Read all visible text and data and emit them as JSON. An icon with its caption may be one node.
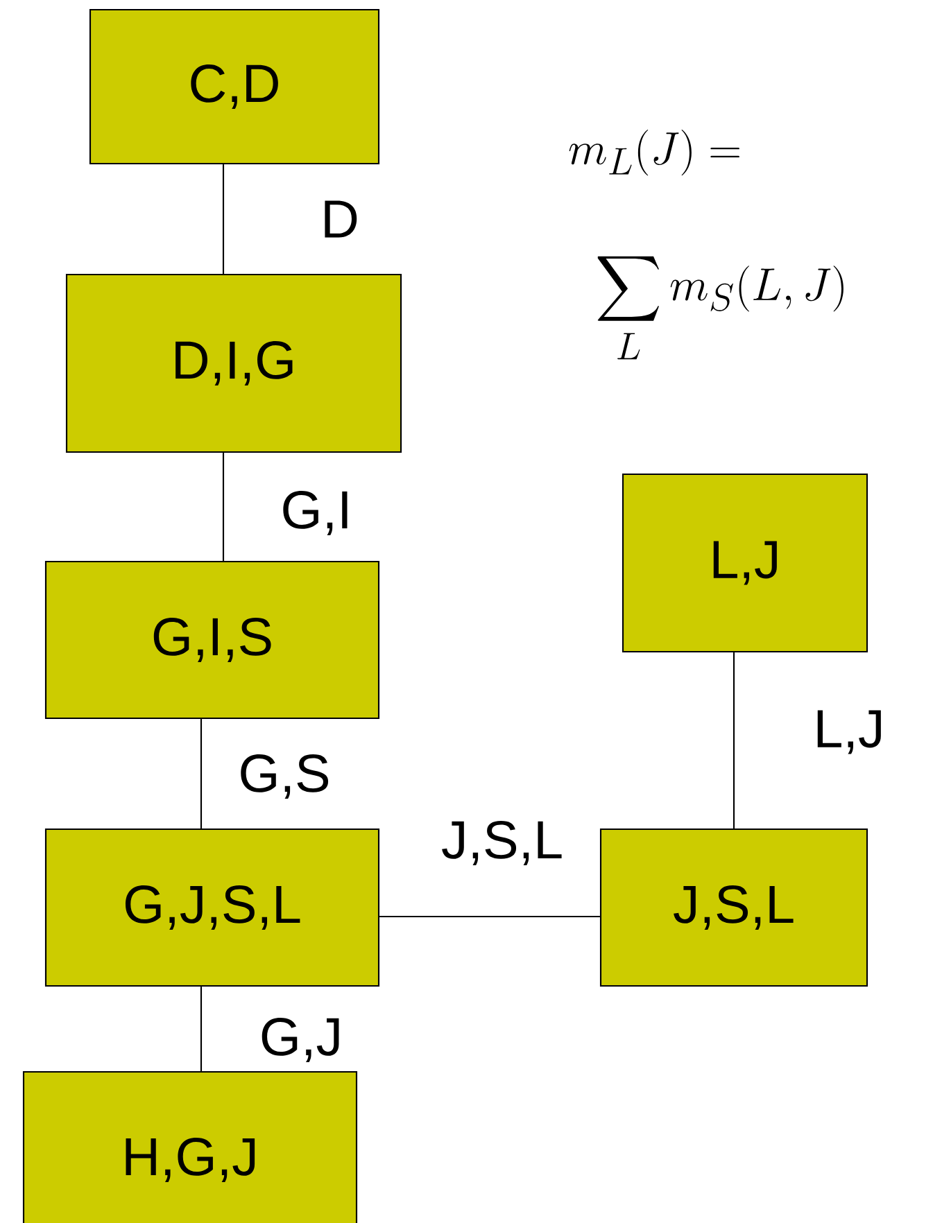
{
  "diagram": {
    "nodes": [
      {
        "text": [
          "C,D"
        ]
      },
      {
        "text": [
          "D,I,G"
        ]
      },
      {
        "text": [
          "G,I,S"
        ]
      },
      {
        "text": [
          "L,J"
        ]
      },
      {
        "text": [
          "G,J,S,L"
        ]
      },
      {
        "text": [
          "J,S,L"
        ]
      },
      {
        "text": [
          "H,G,J"
        ]
      }
    ],
    "edges": [
      {
        "from": 0,
        "to": 1,
        "arrow": "none",
        "label": "D"
      },
      {
        "from": 1,
        "to": 2,
        "arrow": "none",
        "label": "G,I"
      },
      {
        "from": 2,
        "to": 4,
        "arrow": "none",
        "label": "G,S"
      },
      {
        "from": 3,
        "to": 5,
        "arrow": "none",
        "label": "L,J"
      },
      {
        "from": 4,
        "to": 5,
        "arrow": "none",
        "label": "J,S,L"
      },
      {
        "from": 4,
        "to": 6,
        "arrow": "none",
        "label": "G,J"
      }
    ],
    "labels": [
      "m_L(J) =",
      "\\sum_L m_S(L,J)"
    ]
  }
}
